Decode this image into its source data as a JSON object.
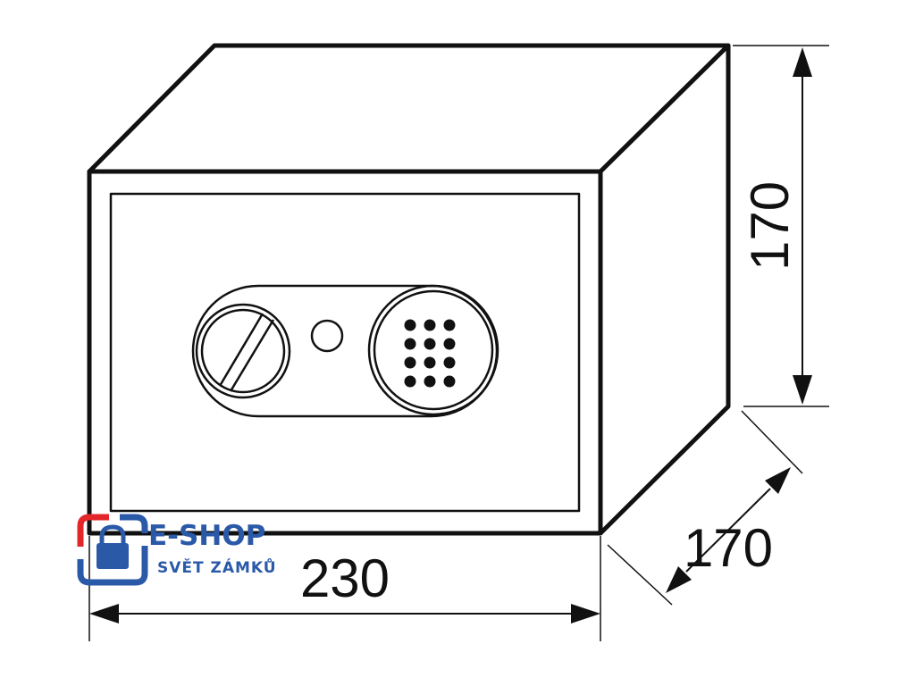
{
  "dimensions": {
    "width": "230",
    "height": "170",
    "depth": "170"
  },
  "logo": {
    "title": "E-SHOP",
    "subtitle": "SVĚT ZÁMKŮ",
    "colors": {
      "blue": "#2a59a8",
      "red": "#e2262a"
    }
  },
  "icons": {
    "logo_mark": "padlock-icon",
    "dial": "dial-knob-icon",
    "keypad": "keypad-icon",
    "key_hole": "keyhole-icon"
  }
}
